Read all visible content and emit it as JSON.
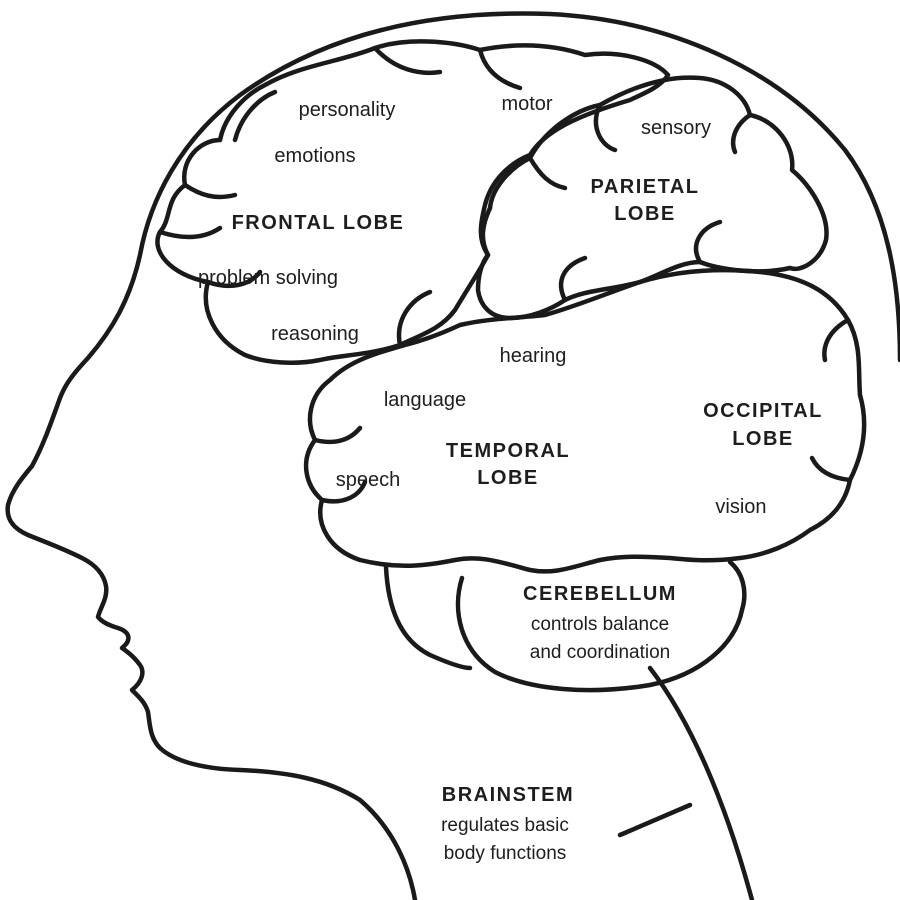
{
  "colors": {
    "ink": "#1a1a1a",
    "background": "#ffffff"
  },
  "labels": {
    "personality": "personality",
    "motor": "motor",
    "emotions": "emotions",
    "sensory": "sensory",
    "frontal_lobe": "FRONTAL LOBE",
    "parietal_lobe": [
      "PARIETAL",
      "LOBE"
    ],
    "problem_solving": "problem solving",
    "reasoning": "reasoning",
    "hearing": "hearing",
    "language": "language",
    "occipital_lobe": [
      "OCCIPITAL",
      "LOBE"
    ],
    "temporal_lobe": [
      "TEMPORAL",
      "LOBE"
    ],
    "speech": "speech",
    "vision": "vision",
    "cerebellum": {
      "title": "CEREBELLUM",
      "description": [
        "controls balance",
        "and coordination"
      ]
    },
    "brainstem": {
      "title": "BRAINSTEM",
      "description": [
        "regulates basic",
        "body functions"
      ]
    }
  }
}
